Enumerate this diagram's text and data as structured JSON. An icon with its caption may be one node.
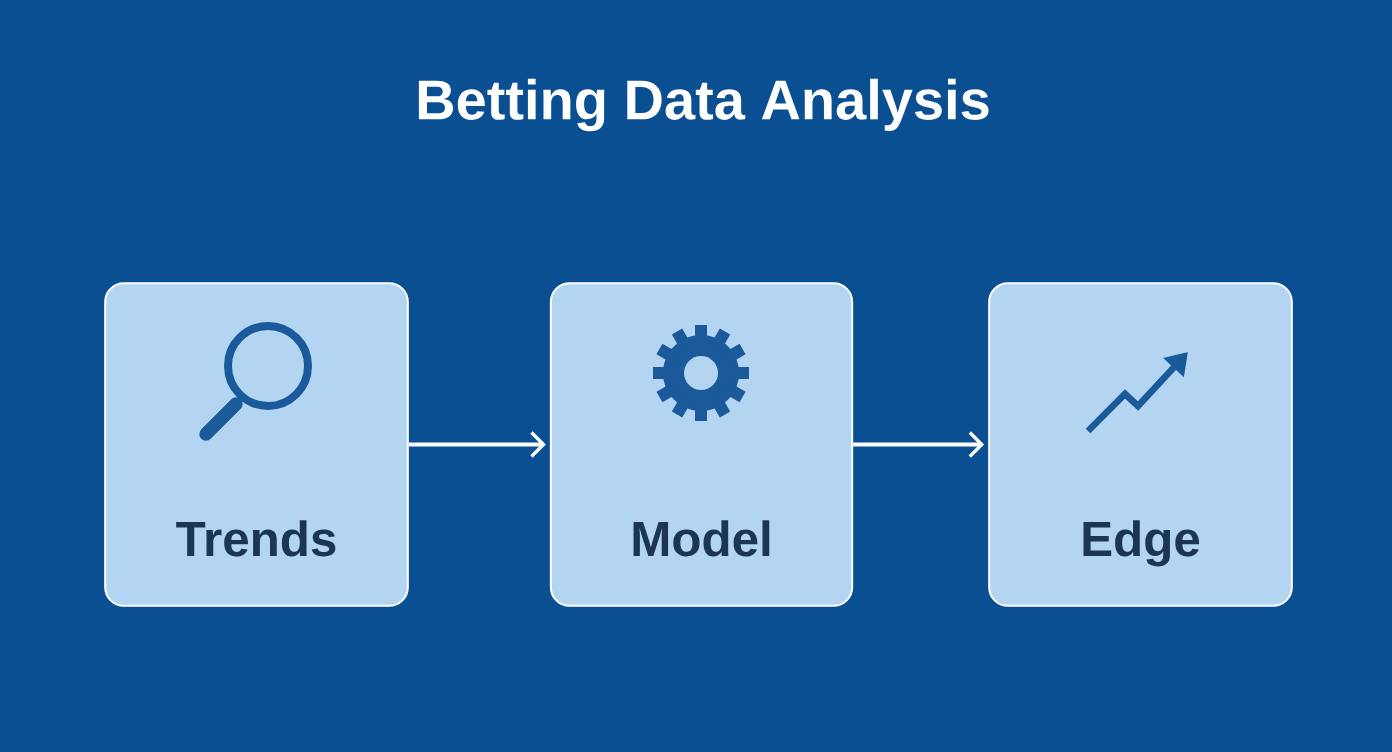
{
  "diagram": {
    "title": "Betting Data Analysis",
    "nodes": [
      {
        "text": [
          "Trends"
        ]
      },
      {
        "text": [
          "Model"
        ]
      },
      {
        "text": [
          "Edge"
        ]
      }
    ],
    "edges": [
      {
        "from": 0,
        "to": 1,
        "arrow": "to"
      },
      {
        "from": 1,
        "to": 2,
        "arrow": "to"
      }
    ]
  }
}
